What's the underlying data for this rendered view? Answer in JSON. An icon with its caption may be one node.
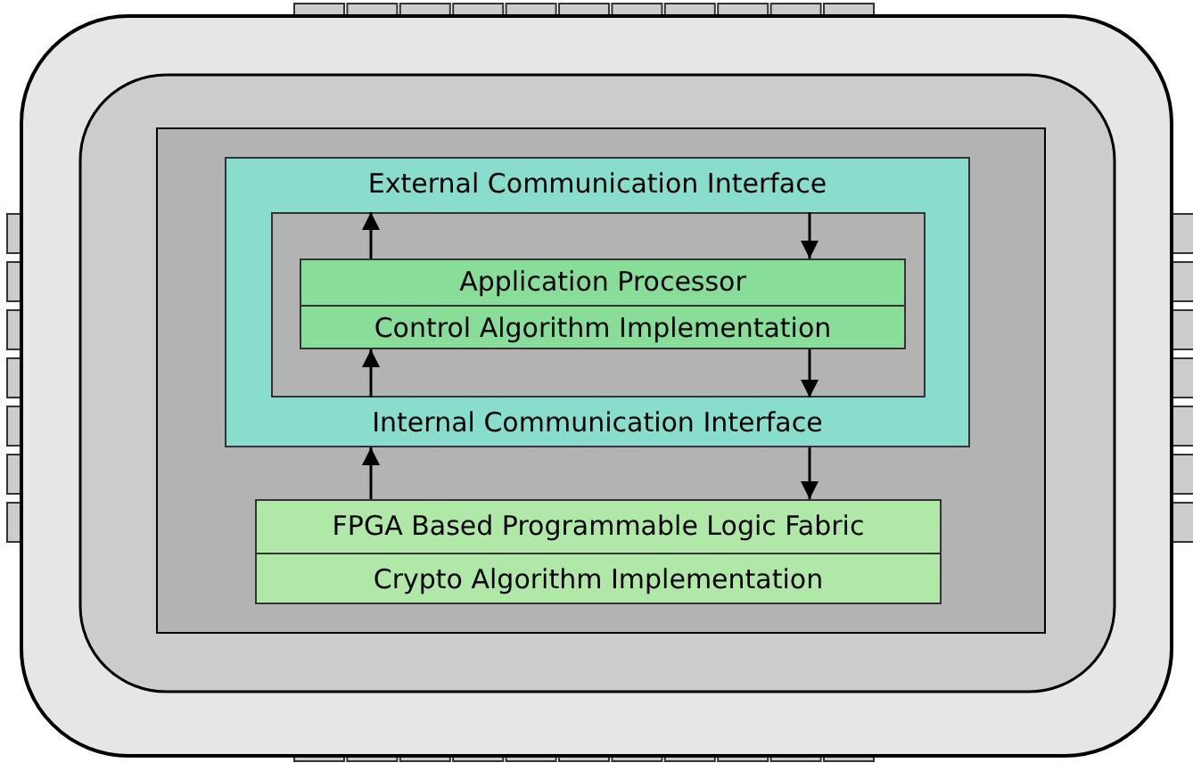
{
  "diagram": {
    "nodes": [
      {
        "text": [
          "External Communication Interface",
          "Internal Communication Interface"
        ]
      },
      {
        "text": [],
        "shape": "box",
        "in": 0
      },
      {
        "text": [
          "Application Processor",
          "Control Algorithm Implementation"
        ],
        "in": 1
      },
      {
        "text": [
          "FPGA Based Programmable Logic Fabric",
          "Crypto Algorithm Implementation"
        ]
      }
    ],
    "edges": [
      {
        "from": 2,
        "to": 1,
        "arrow": "to"
      },
      {
        "from": 1,
        "to": 2,
        "arrow": "to"
      },
      {
        "from": 1,
        "to": 2,
        "arrow": "to"
      },
      {
        "from": 2,
        "to": 1,
        "arrow": "to"
      },
      {
        "from": 3,
        "to": 0,
        "arrow": "to"
      },
      {
        "from": 0,
        "to": 3,
        "arrow": "to"
      }
    ]
  }
}
